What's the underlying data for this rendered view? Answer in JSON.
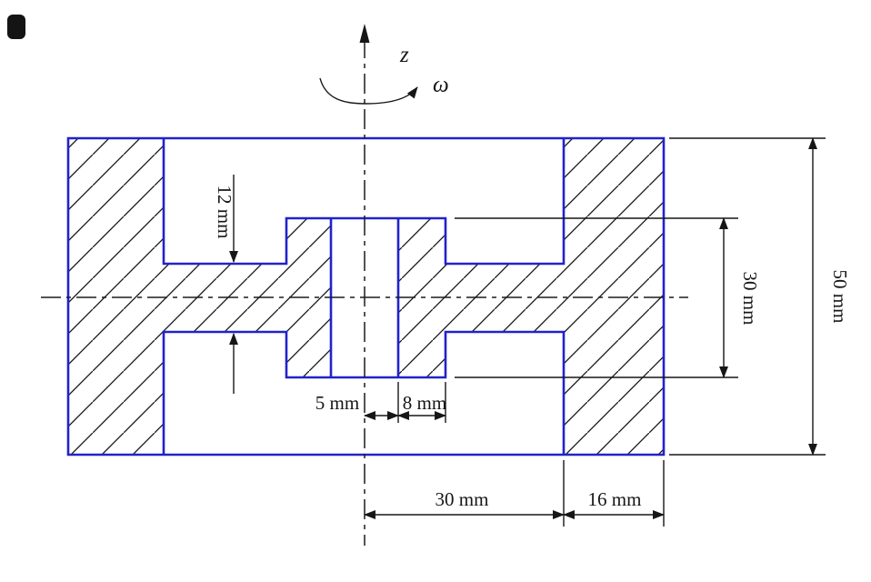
{
  "colors": {
    "outline": "#2222cc",
    "line": "#161616"
  },
  "axis": {
    "z_label": "z",
    "omega_label": "ω"
  },
  "dims": {
    "web_thickness": "12 mm",
    "hub_height": "30 mm",
    "overall_height": "50 mm",
    "bore_radius": "5 mm",
    "hub_wall": "8 mm",
    "web_span": "30 mm",
    "rim_width": "16 mm"
  }
}
